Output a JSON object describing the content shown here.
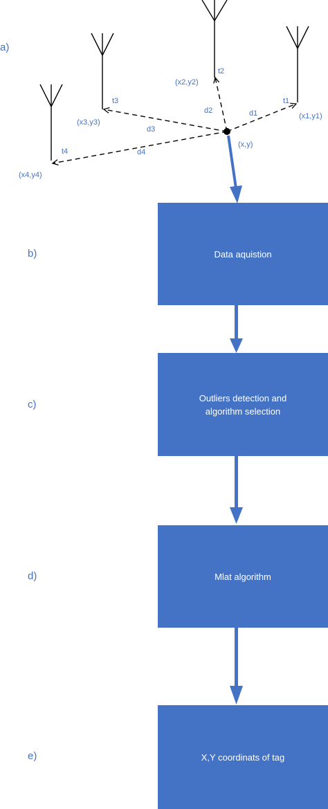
{
  "labels": {
    "a": "a)",
    "b": "b)",
    "c": "c)",
    "d": "d)",
    "e": "e)"
  },
  "anchors": {
    "a1": {
      "time": "t1",
      "coord": "(x1,y1)",
      "dist": "d1"
    },
    "a2": {
      "time": "t2",
      "coord": "(x2,y2)",
      "dist": "d2"
    },
    "a3": {
      "time": "t3",
      "coord": "(x3,y3)",
      "dist": "d3"
    },
    "a4": {
      "time": "t4",
      "coord": "(x4,y4)",
      "dist": "d4"
    }
  },
  "tag": {
    "coord": "(x,y)"
  },
  "steps": {
    "b": {
      "line1": "Data aquistion",
      "line2": ""
    },
    "c": {
      "line1": "Outliers detection and",
      "line2": "algorithm selection"
    },
    "d": {
      "line1": "Mlat algorithm",
      "line2": ""
    },
    "e": {
      "line1": "X,Y coordinats of tag",
      "line2": ""
    }
  },
  "colors": {
    "accent": "#4472c4",
    "line": "#000000",
    "box_text": "#ffffff"
  }
}
